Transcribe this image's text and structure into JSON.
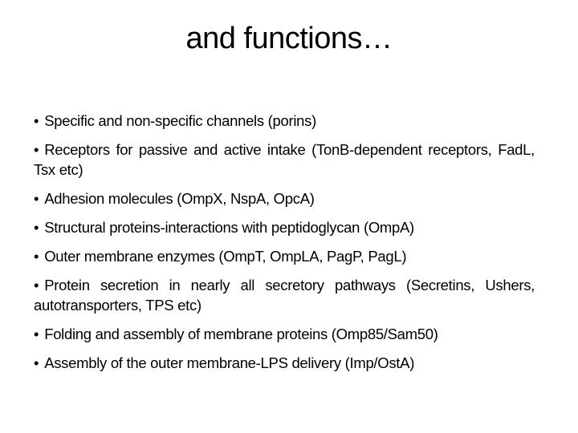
{
  "slide": {
    "title": "and functions…",
    "bullet_char": "•",
    "bullets": [
      "Specific and non-specific channels (porins)",
      "Receptors for passive and active intake (TonB-dependent receptors, FadL, Tsx etc)",
      "Adhesion molecules (OmpX, NspA, OpcA)",
      "Structural proteins-interactions with peptidoglycan (OmpA)",
      "Outer membrane enzymes (OmpT, OmpLA, PagP, PagL)",
      "Protein secretion in nearly all secretory pathways (Secretins, Ushers, autotransporters, TPS etc)",
      "Folding and assembly of membrane proteins (Omp85/Sam50)",
      "Assembly of the outer membrane-LPS delivery (Imp/OstA)"
    ],
    "colors": {
      "background": "#ffffff",
      "text": "#000000"
    }
  }
}
